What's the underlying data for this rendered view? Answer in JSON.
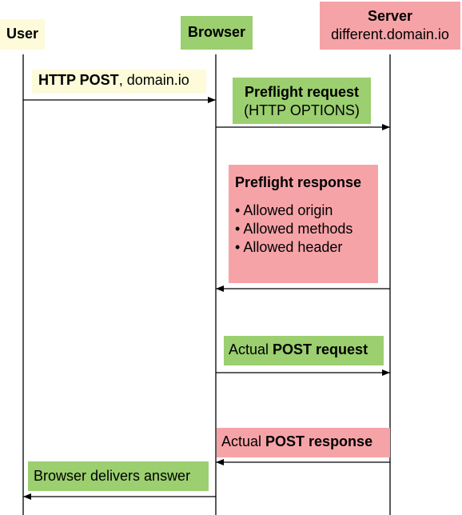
{
  "participants": {
    "user": "User",
    "browser": "Browser",
    "server_title": "Server",
    "server_domain": "different.domain.io"
  },
  "messages": {
    "http_post_bold": "HTTP POST",
    "http_post_rest": ", domain.io",
    "preflight_request_title": "Preflight request",
    "preflight_request_sub": "(HTTP OPTIONS)",
    "preflight_response_title": "Preflight response",
    "preflight_response_items": [
      "Allowed origin",
      "Allowed methods",
      "Allowed header"
    ],
    "actual_post_request_prefix": "Actual ",
    "actual_post_request_bold": "POST request",
    "actual_post_response_prefix": "Actual ",
    "actual_post_response_bold": "POST response",
    "browser_delivers": "Browser delivers answer"
  },
  "colors": {
    "user": "#fdfbd9",
    "browser": "#9bcf6f",
    "server": "#f6a3a8",
    "lines": "#000000"
  }
}
